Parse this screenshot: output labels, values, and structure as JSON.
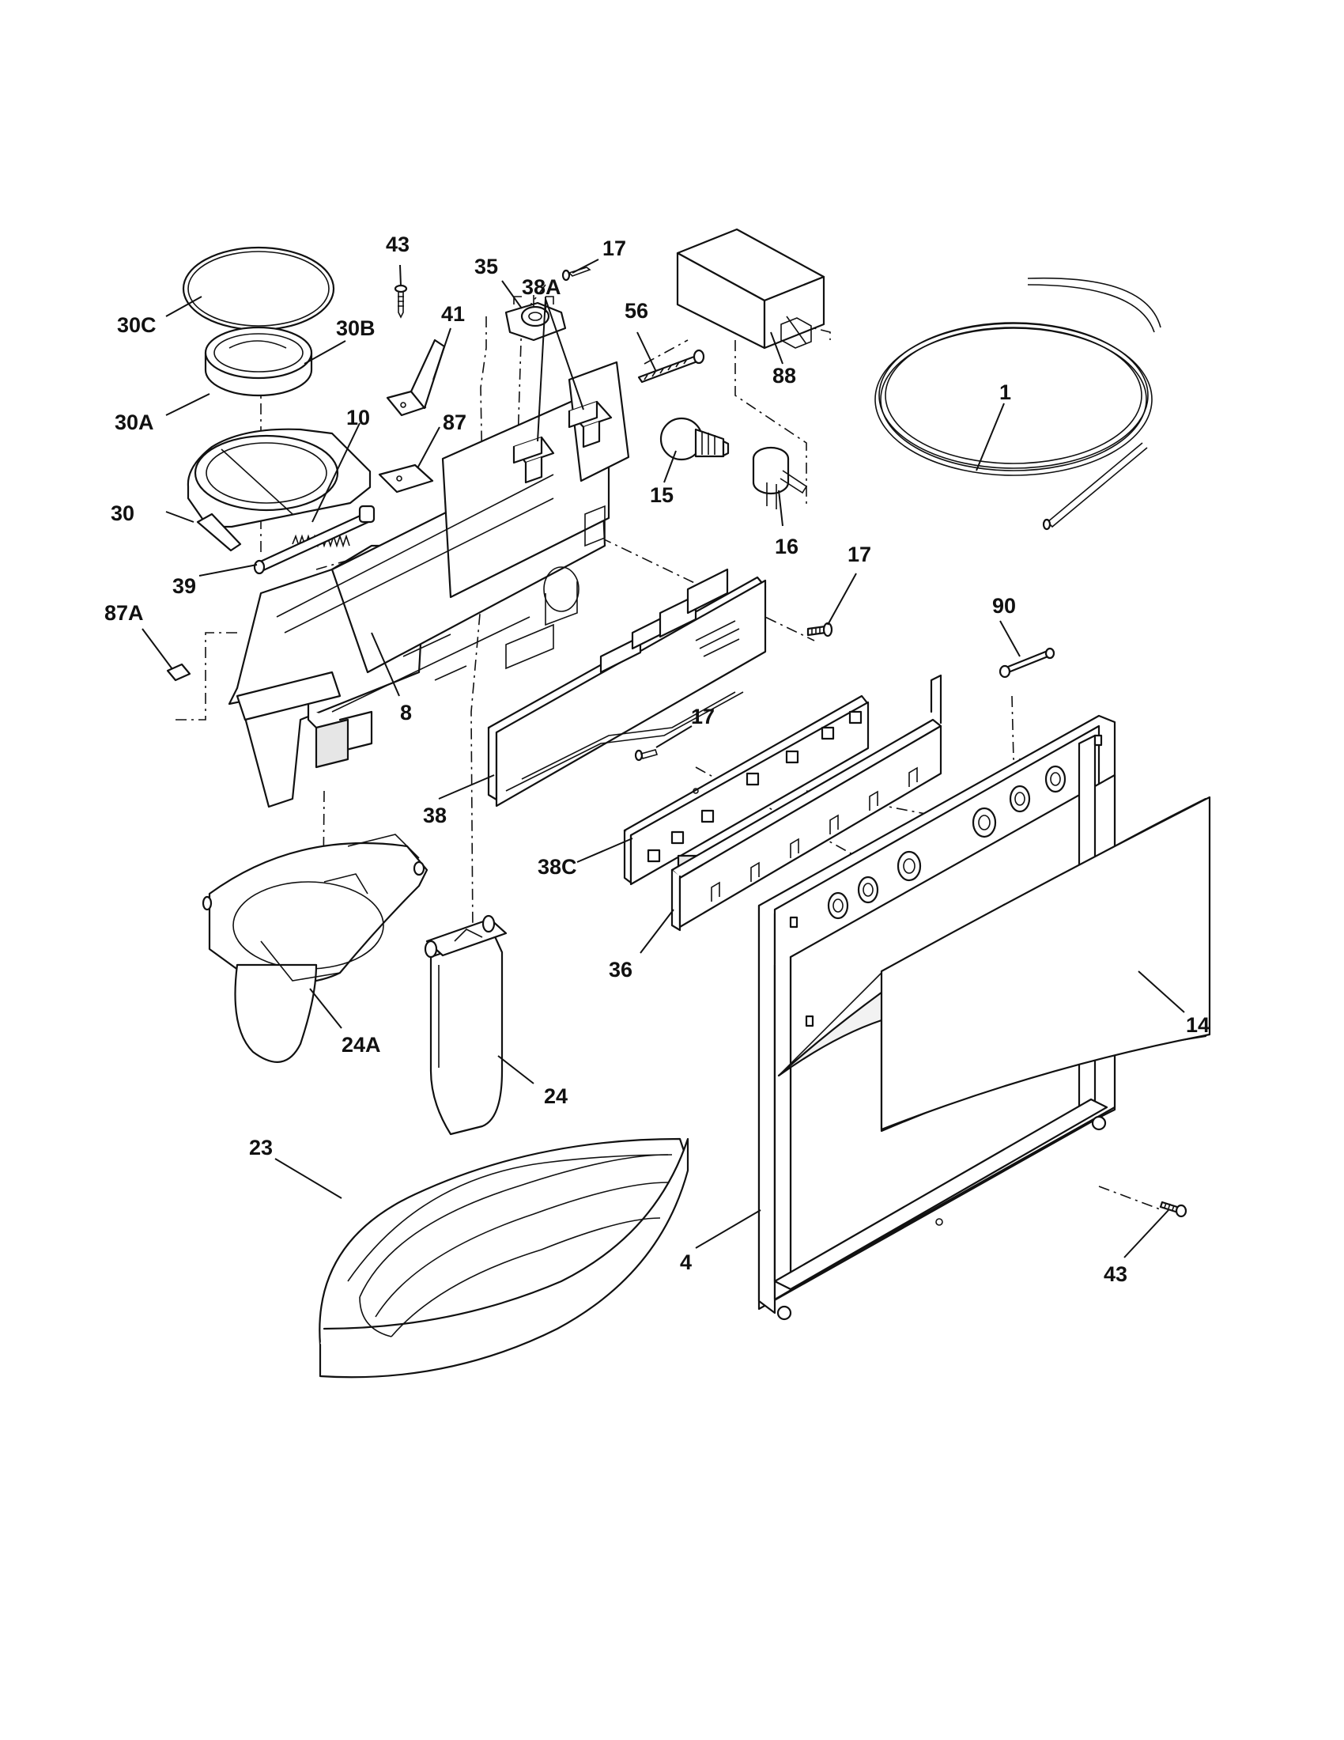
{
  "callouts": {
    "c_30c": "30C",
    "c_43_top": "43",
    "c_35": "35",
    "c_17_top": "17",
    "c_41": "41",
    "c_30b": "30B",
    "c_56": "56",
    "c_88": "88",
    "c_1": "1",
    "c_30a": "30A",
    "c_38a": "38A",
    "c_10": "10",
    "c_87": "87",
    "c_30": "30",
    "c_15": "15",
    "c_16": "16",
    "c_39": "39",
    "c_17_mid": "17",
    "c_87a": "87A",
    "c_90": "90",
    "c_8": "8",
    "c_17_low": "17",
    "c_38": "38",
    "c_38c": "38C",
    "c_36": "36",
    "c_14": "14",
    "c_24a": "24A",
    "c_24": "24",
    "c_23": "23",
    "c_4": "4",
    "c_43_bottom": "43"
  },
  "colors": {
    "line": "#111111",
    "background": "#ffffff",
    "shade": "#e6e6e6"
  }
}
